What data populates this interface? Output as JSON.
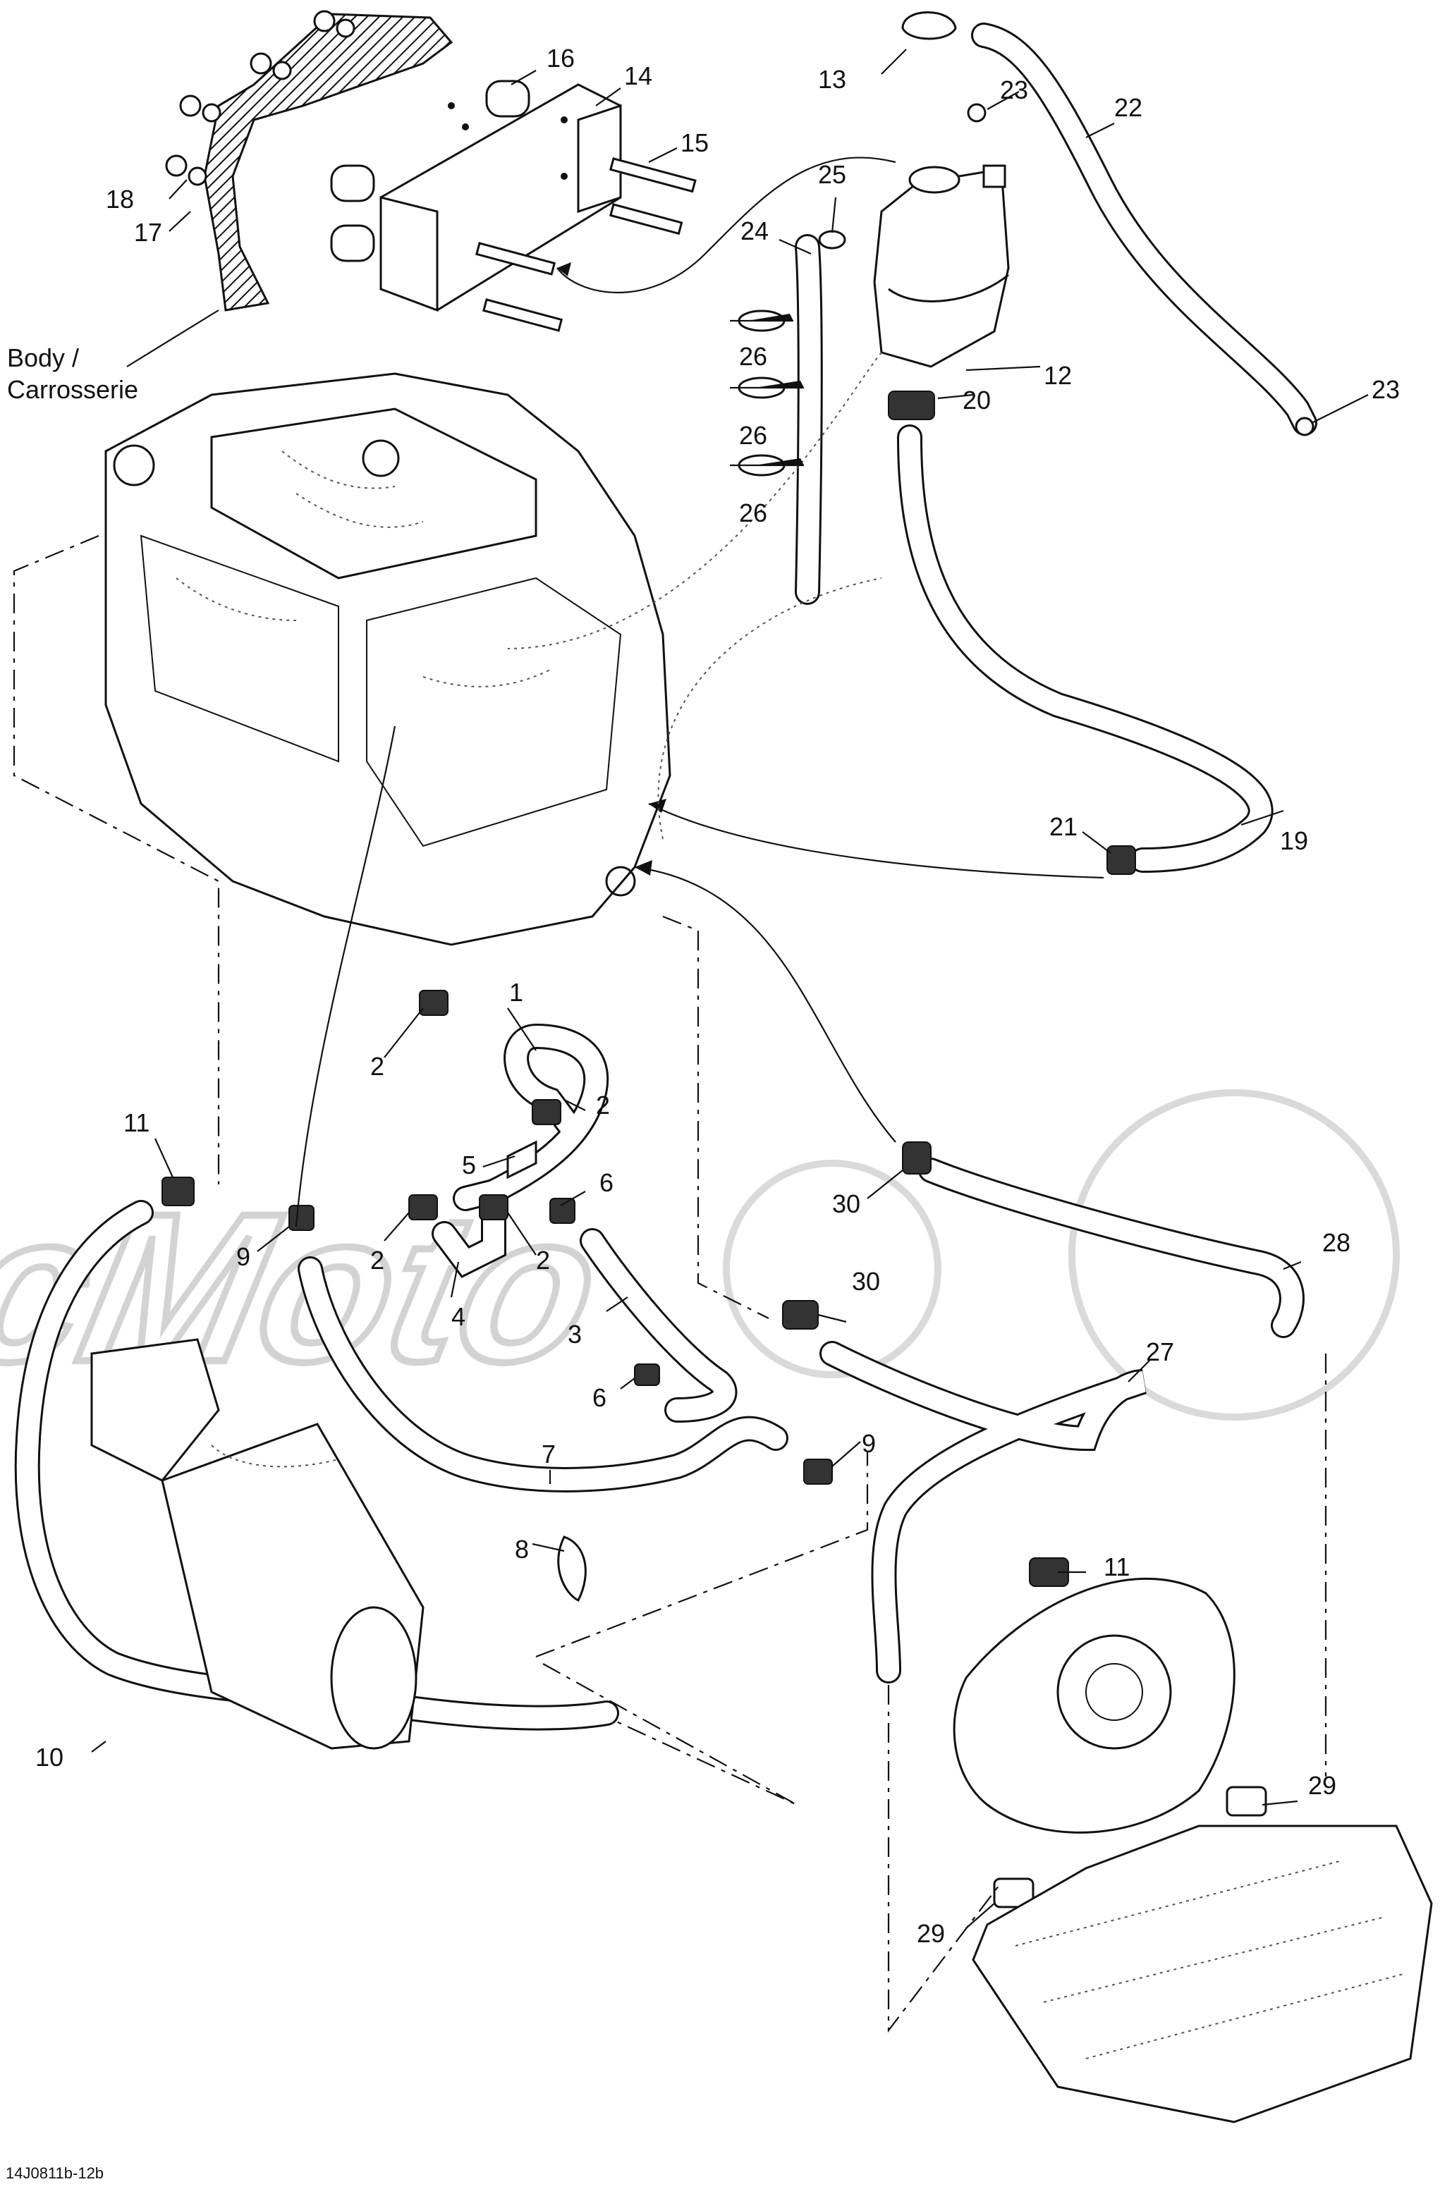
{
  "body_label": [
    "Body /",
    "Carrosserie"
  ],
  "figure_code": "14J0811b-12b",
  "watermark": "AcMoto",
  "part_labels": [
    {
      "id": "label-1",
      "text": "1"
    },
    {
      "id": "label-2a",
      "text": "2"
    },
    {
      "id": "label-2b",
      "text": "2"
    },
    {
      "id": "label-2c",
      "text": "2"
    },
    {
      "id": "label-2d",
      "text": "2"
    },
    {
      "id": "label-3",
      "text": "3"
    },
    {
      "id": "label-4",
      "text": "4"
    },
    {
      "id": "label-5",
      "text": "5"
    },
    {
      "id": "label-6a",
      "text": "6"
    },
    {
      "id": "label-6b",
      "text": "6"
    },
    {
      "id": "label-7",
      "text": "7"
    },
    {
      "id": "label-8",
      "text": "8"
    },
    {
      "id": "label-9a",
      "text": "9"
    },
    {
      "id": "label-9b",
      "text": "9"
    },
    {
      "id": "label-10",
      "text": "10"
    },
    {
      "id": "label-11a",
      "text": "11"
    },
    {
      "id": "label-11b",
      "text": "11"
    },
    {
      "id": "label-12",
      "text": "12"
    },
    {
      "id": "label-13",
      "text": "13"
    },
    {
      "id": "label-14",
      "text": "14"
    },
    {
      "id": "label-15",
      "text": "15"
    },
    {
      "id": "label-16",
      "text": "16"
    },
    {
      "id": "label-17",
      "text": "17"
    },
    {
      "id": "label-18",
      "text": "18"
    },
    {
      "id": "label-19",
      "text": "19"
    },
    {
      "id": "label-20",
      "text": "20"
    },
    {
      "id": "label-21",
      "text": "21"
    },
    {
      "id": "label-22",
      "text": "22"
    },
    {
      "id": "label-23a",
      "text": "23"
    },
    {
      "id": "label-23b",
      "text": "23"
    },
    {
      "id": "label-24",
      "text": "24"
    },
    {
      "id": "label-25",
      "text": "25"
    },
    {
      "id": "label-26a",
      "text": "26"
    },
    {
      "id": "label-26b",
      "text": "26"
    },
    {
      "id": "label-26c",
      "text": "26"
    },
    {
      "id": "label-27",
      "text": "27"
    },
    {
      "id": "label-28",
      "text": "28"
    },
    {
      "id": "label-29a",
      "text": "29"
    },
    {
      "id": "label-29b",
      "text": "29"
    },
    {
      "id": "label-30a",
      "text": "30"
    },
    {
      "id": "label-30b",
      "text": "30"
    }
  ]
}
